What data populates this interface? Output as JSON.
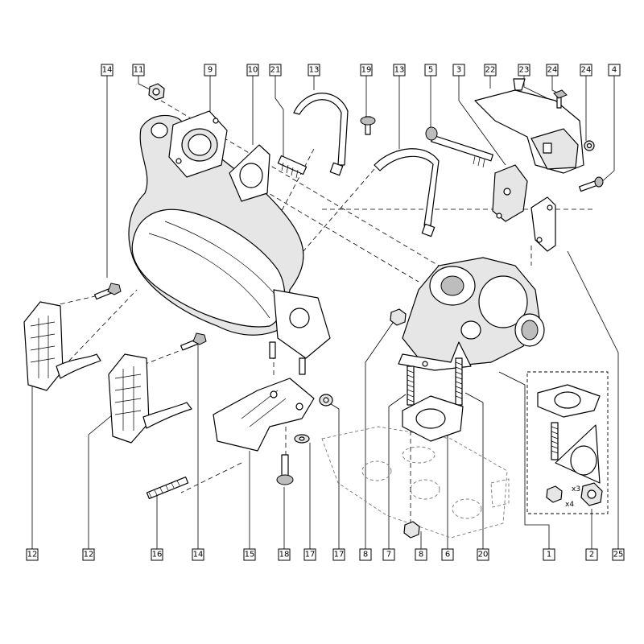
{
  "diagram": {
    "top_callouts": [
      "14",
      "11",
      "9",
      "10",
      "21",
      "13",
      "19",
      "13",
      "5",
      "3",
      "22",
      "23",
      "24",
      "24",
      "4"
    ],
    "bottom_callouts": [
      "12",
      "12",
      "16",
      "14",
      "15",
      "18",
      "17",
      "17",
      "8",
      "7",
      "8",
      "6",
      "20",
      "1",
      "2",
      "25"
    ],
    "kit_quantities": {
      "nut_qty": "x3",
      "stud_qty": "x4"
    }
  }
}
